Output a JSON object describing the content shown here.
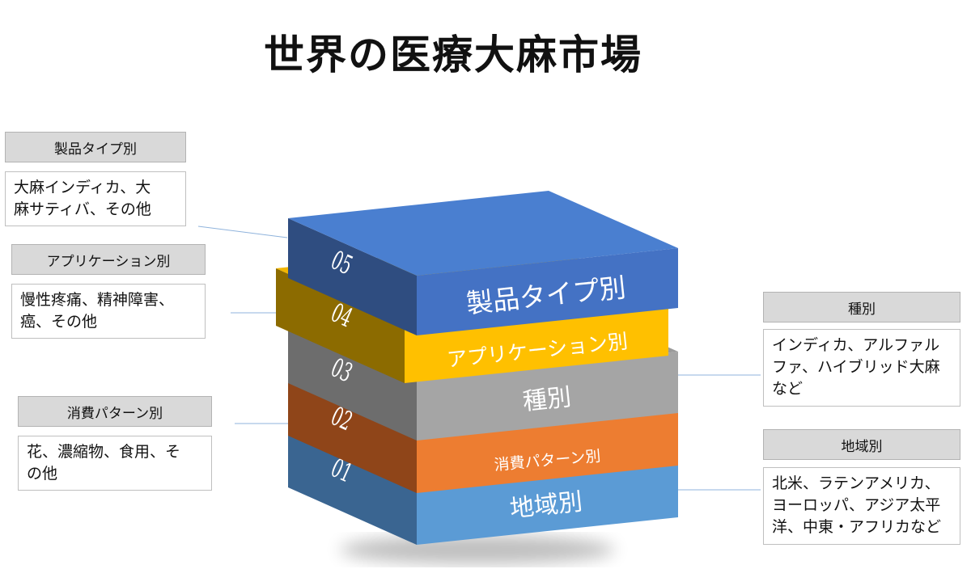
{
  "title": "世界の医療大麻市場",
  "colors": {
    "layer_05": "#4472c4",
    "layer_04": "#ffc000",
    "layer_03": "#a5a5a5",
    "layer_02": "#ed7d31",
    "layer_01": "#5b9bd5"
  },
  "layers": [
    {
      "num": "05",
      "label": "製品タイプ別"
    },
    {
      "num": "04",
      "label": "アプリケーション別"
    },
    {
      "num": "03",
      "label": "種別"
    },
    {
      "num": "02",
      "label": "消費パターン別"
    },
    {
      "num": "01",
      "label": "地域別"
    }
  ],
  "callouts": {
    "product_type": {
      "header": "製品タイプ別",
      "text": [
        "大麻インディカ、大",
        "麻サティバ、その他"
      ]
    },
    "application": {
      "header": "アプリケーション別",
      "text": [
        "慢性疼痛、精神障害、",
        "癌、その他"
      ]
    },
    "consumption": {
      "header": "消費パターン別",
      "text": [
        "花、濃縮物、食用、そ",
        "の他"
      ]
    },
    "species": {
      "header": "種別",
      "text": [
        "インディカ、アルファル",
        "ファ、ハイブリッド大麻",
        "など"
      ]
    },
    "region": {
      "header": "地域別",
      "text": [
        "北米、ラテンアメリカ、",
        "ヨーロッパ、アジア太平",
        "洋、中東・アフリカなど"
      ]
    }
  }
}
